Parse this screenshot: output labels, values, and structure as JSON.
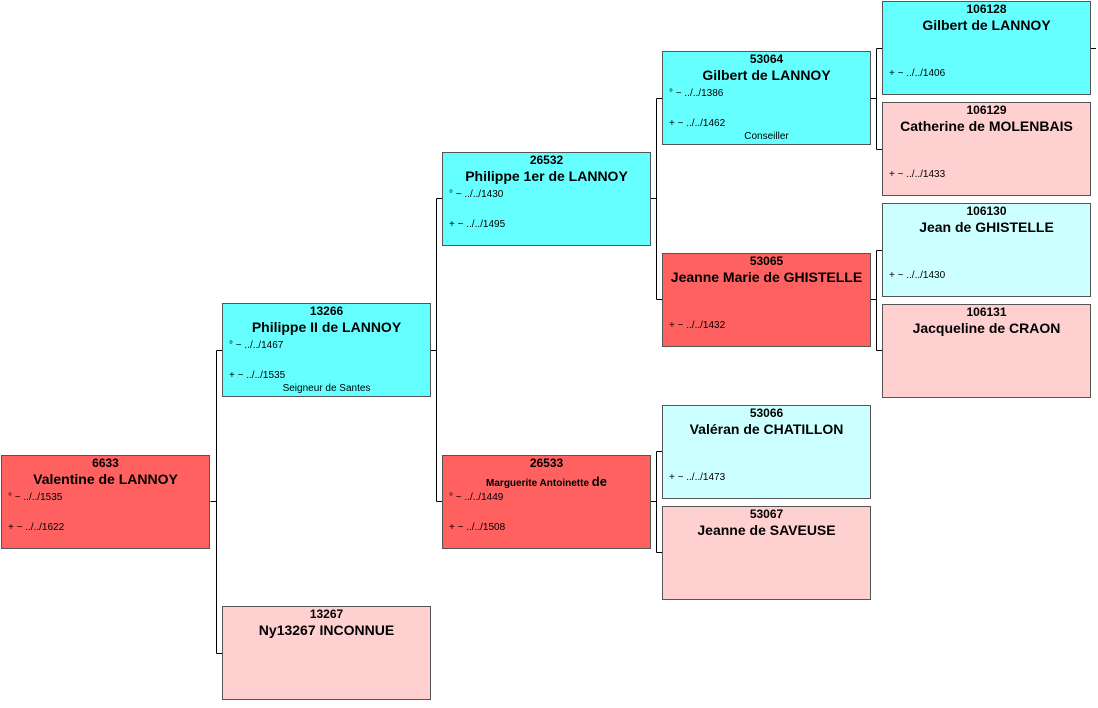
{
  "persons": {
    "p6633": {
      "number": "6633",
      "name": "Valentine de LANNOY",
      "birth": "° ~ ../../1535",
      "death": "+ ~ ../../1622",
      "note": ""
    },
    "p13266": {
      "number": "13266",
      "name": "Philippe II de LANNOY",
      "birth": "° ~ ../../1467",
      "death": "+ ~ ../../1535",
      "note": "Seigneur de Santes"
    },
    "p13267": {
      "number": "13267",
      "name": "Ny13267 INCONNUE",
      "birth": "",
      "death": "",
      "note": ""
    },
    "p26532": {
      "number": "26532",
      "name": "Philippe 1er de LANNOY",
      "birth": "° ~ ../../1430",
      "death": "+ ~ ../../1495",
      "note": ""
    },
    "p26533": {
      "number": "26533",
      "name": "Marguerite Antoinette",
      "name_tail": "de",
      "birth": "° ~ ../../1449",
      "death": "+ ~ ../../1508",
      "note": ""
    },
    "p53064": {
      "number": "53064",
      "name": "Gilbert de LANNOY",
      "birth": "° ~ ../../1386",
      "death": "+ ~ ../../1462",
      "note": "Conseiller"
    },
    "p53065": {
      "number": "53065",
      "name": "Jeanne Marie de GHISTELLE",
      "birth": "",
      "death": "+ ~ ../../1432",
      "note": ""
    },
    "p53066": {
      "number": "53066",
      "name": "Valéran de CHATILLON",
      "birth": "",
      "death": "+ ~ ../../1473",
      "note": ""
    },
    "p53067": {
      "number": "53067",
      "name": "Jeanne de SAVEUSE",
      "birth": "",
      "death": "",
      "note": ""
    },
    "p106128": {
      "number": "106128",
      "name": "Gilbert de LANNOY",
      "birth": "",
      "death": "+ ~ ../../1406",
      "note": ""
    },
    "p106129": {
      "number": "106129",
      "name": "Catherine de MOLENBAIS",
      "birth": "",
      "death": "+ ~ ../../1433",
      "note": ""
    },
    "p106130": {
      "number": "106130",
      "name": "Jean de GHISTELLE",
      "birth": "",
      "death": "+ ~ ../../1430",
      "note": ""
    },
    "p106131": {
      "number": "106131",
      "name": "Jacqueline de CRAON",
      "birth": "",
      "death": "",
      "note": ""
    }
  },
  "colors": {
    "male_known": "#66ffff",
    "male_leaf": "#ccffff",
    "female_known": "#ff6060",
    "female_leaf": "#ffd0d0"
  }
}
